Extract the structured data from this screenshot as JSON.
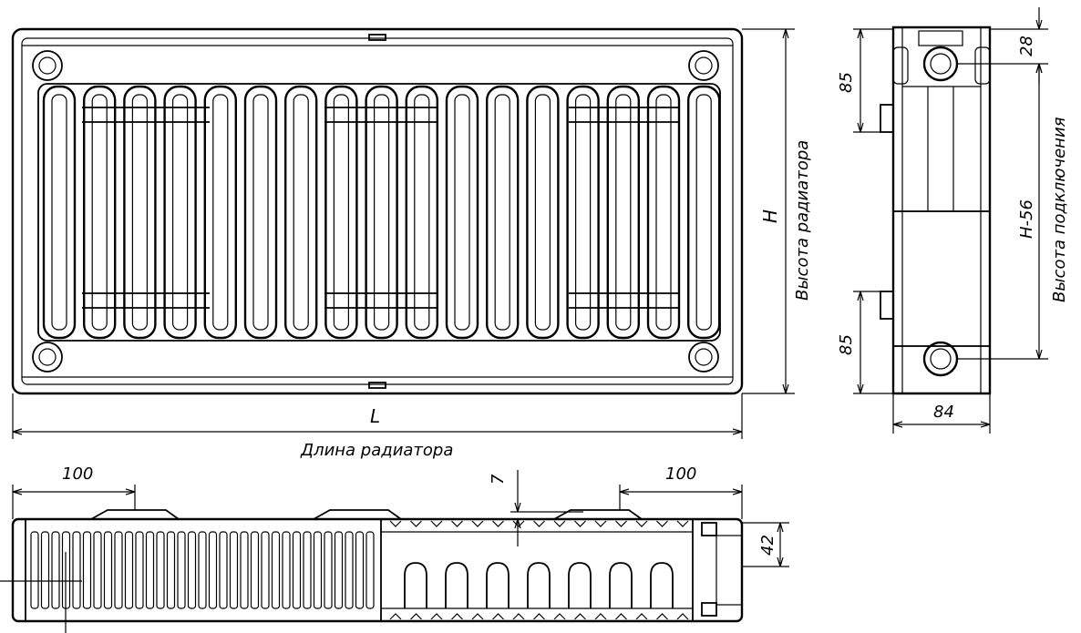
{
  "labels": {
    "length_symbol": "L",
    "length_caption": "Длина радиатора",
    "height_symbol": "H",
    "height_caption": "Высота радиатора",
    "connection_height": "H-56",
    "connection_caption": "Высота подключения",
    "dim_top_offset": "28",
    "dim_top_85": "85",
    "dim_bottom_85": "85",
    "dim_depth": "84",
    "dim_left_100": "100",
    "dim_right_100": "100",
    "dim_7": "7",
    "dim_42": "42"
  },
  "colors": {
    "line": "#000000",
    "background": "#ffffff"
  }
}
